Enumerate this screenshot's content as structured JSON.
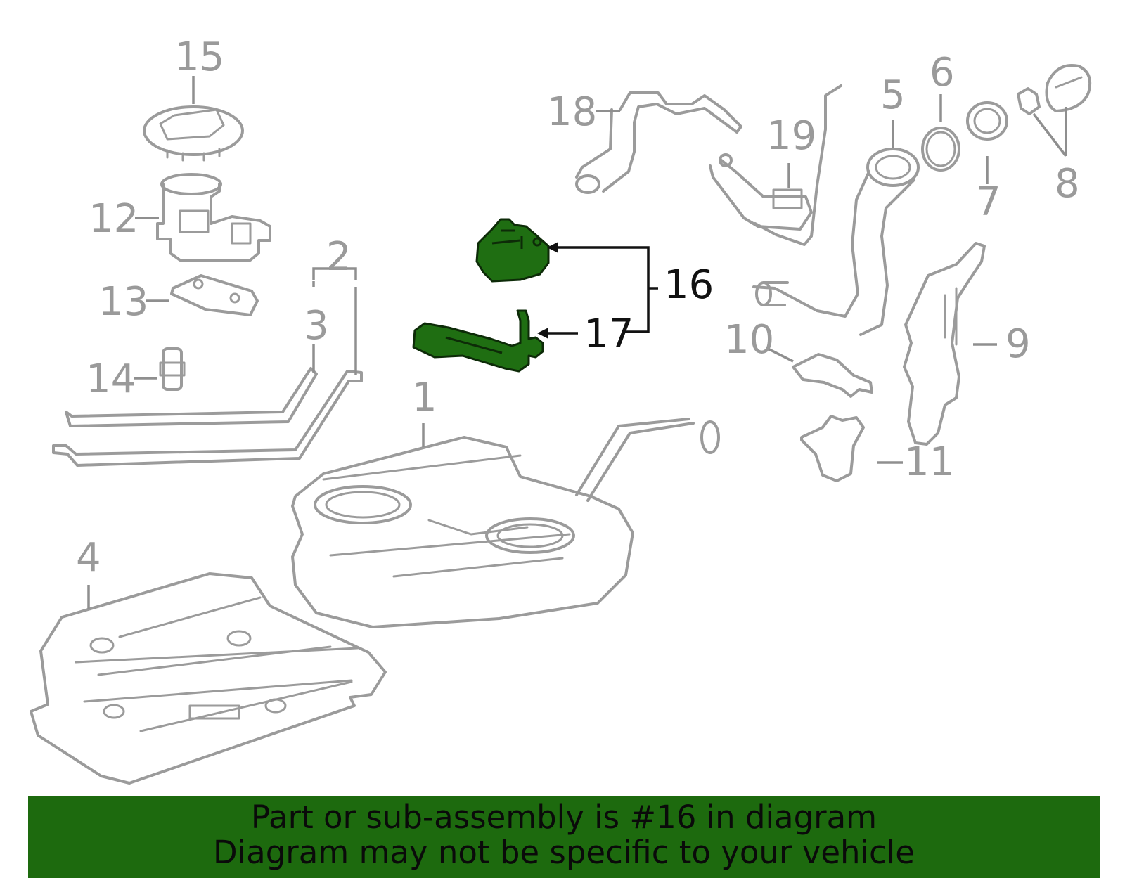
{
  "diagram": {
    "callouts": [
      {
        "id": "1",
        "label": "1"
      },
      {
        "id": "2",
        "label": "2"
      },
      {
        "id": "3",
        "label": "3"
      },
      {
        "id": "4",
        "label": "4"
      },
      {
        "id": "5",
        "label": "5"
      },
      {
        "id": "6",
        "label": "6"
      },
      {
        "id": "7",
        "label": "7"
      },
      {
        "id": "8",
        "label": "8"
      },
      {
        "id": "9",
        "label": "9"
      },
      {
        "id": "10",
        "label": "10"
      },
      {
        "id": "11",
        "label": "11"
      },
      {
        "id": "12",
        "label": "12"
      },
      {
        "id": "13",
        "label": "13"
      },
      {
        "id": "14",
        "label": "14"
      },
      {
        "id": "15",
        "label": "15"
      },
      {
        "id": "16",
        "label": "16"
      },
      {
        "id": "17",
        "label": "17"
      },
      {
        "id": "18",
        "label": "18"
      },
      {
        "id": "19",
        "label": "19"
      }
    ],
    "highlighted_part": "16",
    "colors": {
      "part_line": "#9b9b9b",
      "highlight_fill": "#1f6e12",
      "banner": "#1d6a0e",
      "dark_text": "#111111"
    }
  },
  "banner": {
    "line1": "Part or sub-assembly is #16 in diagram",
    "line2": "Diagram may not be specific to your vehicle"
  }
}
